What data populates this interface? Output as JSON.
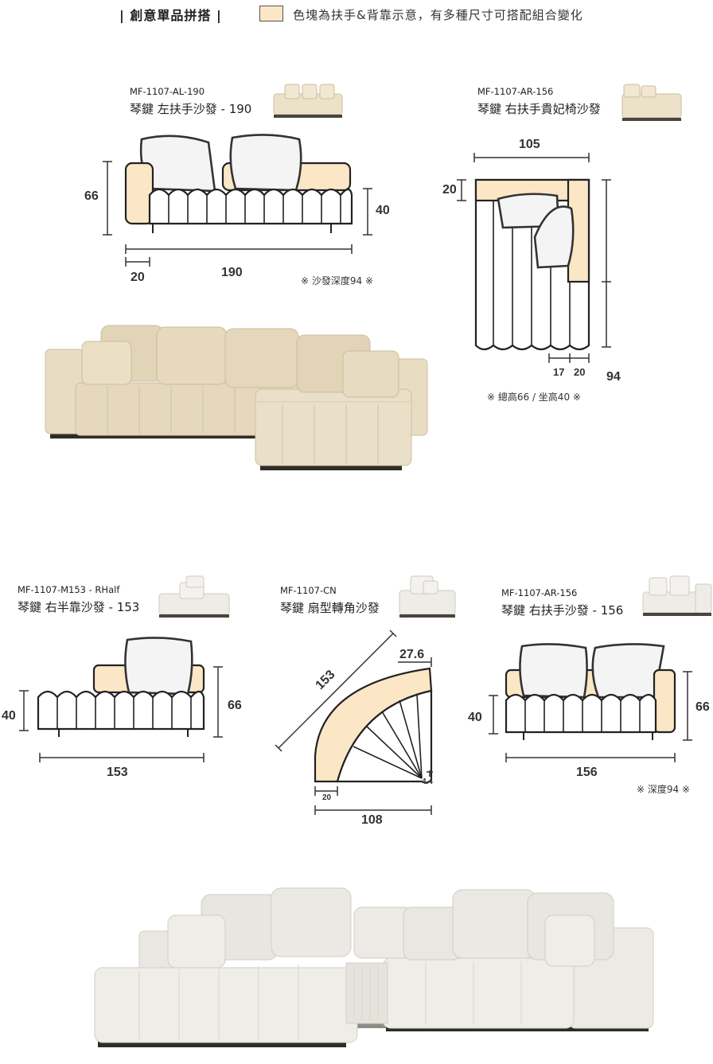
{
  "header": {
    "title": "| 創意單品拼搭 |",
    "legend": "色塊為扶手&背靠示意，有多種尺寸可搭配組合變化",
    "legend_color": "#fbe6c6"
  },
  "products": [
    {
      "code": "MF-1107-AL-190",
      "name": "琴鍵 左扶手沙發 - 190",
      "dims": {
        "height": "66",
        "seat": "40",
        "arm": "20",
        "width": "190"
      },
      "note": "※ 沙發深度94 ※"
    },
    {
      "code": "MF-1107-AR-156",
      "name": "琴鍵 右扶手貴妃椅沙發",
      "dims": {
        "width": "105",
        "back": "20",
        "depth": "94",
        "a": "17",
        "b": "20"
      },
      "note": "※ 總高66 / 坐高40 ※"
    },
    {
      "code": "MF-1107-M153 - RHalf",
      "name": "琴鍵 右半靠沙發 - 153",
      "dims": {
        "seat": "40",
        "height": "66",
        "width": "153"
      }
    },
    {
      "code": "MF-1107-CN",
      "name": "琴鍵 扇型轉角沙發",
      "dims": {
        "diag": "153",
        "top": "27.6",
        "arm": "20",
        "width": "108",
        "tip": "4.4"
      }
    },
    {
      "code": "MF-1107-AR-156",
      "name": "琴鍵 右扶手沙發 - 156",
      "dims": {
        "seat": "40",
        "height": "66",
        "width": "156"
      },
      "note": "※ 深度94 ※"
    }
  ],
  "colors": {
    "sofa_beige": "#e8dcc3",
    "sofa_white": "#eeece6",
    "base_dark": "#2e2b28"
  }
}
